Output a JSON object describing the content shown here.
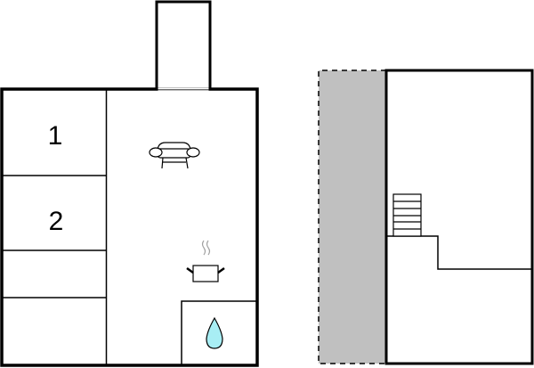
{
  "diagram": {
    "type": "floor-plan",
    "plans": [
      {
        "id": "ground-floor",
        "rooms": [
          {
            "name": "bedroom-1",
            "label": "1"
          },
          {
            "name": "bedroom-2",
            "label": "2"
          },
          {
            "name": "small-room-a",
            "label": ""
          },
          {
            "name": "small-room-b",
            "label": ""
          },
          {
            "name": "living-area",
            "label": "",
            "icons": [
              "sofa-icon",
              "cooking-pot-icon"
            ]
          },
          {
            "name": "bathroom",
            "label": "",
            "icons": [
              "water-drop-icon"
            ]
          },
          {
            "name": "entrance-annex",
            "label": ""
          }
        ]
      },
      {
        "id": "upper-floor",
        "rooms": [
          {
            "name": "upper-room",
            "label": "",
            "icons": [
              "stairs-icon"
            ]
          },
          {
            "name": "lower-room",
            "label": ""
          },
          {
            "name": "shaded-area",
            "label": ""
          }
        ]
      }
    ],
    "colors": {
      "wall": "#000000",
      "shaded_area": "#c0c0c0",
      "water_drop": "#a8eef4",
      "steam": "#a0a0a0"
    }
  },
  "labels": {
    "room1": "1",
    "room2": "2"
  }
}
